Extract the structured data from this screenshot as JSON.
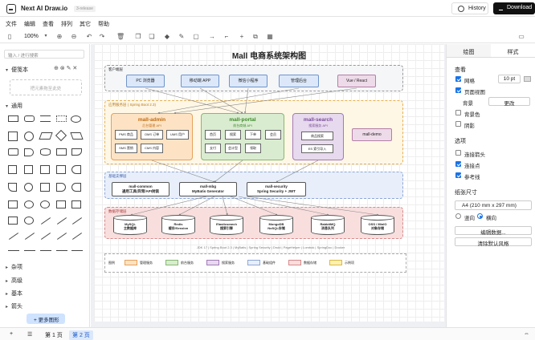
{
  "app": {
    "title": "Next AI Draw.io",
    "version": "3-release",
    "history": "History",
    "download": "Download"
  },
  "menu": [
    "文件",
    "编辑",
    "查看",
    "排列",
    "其它",
    "帮助"
  ],
  "toolbar": {
    "zoom": "100%"
  },
  "sidebar": {
    "search_placeholder": "输入 / 进行搜索",
    "scratchpad": "便笺本",
    "scratch_hint": "把元素拖至此处",
    "general": "通用",
    "sections": [
      "杂项",
      "高级",
      "基本",
      "箭头"
    ],
    "more_shapes": "更多图形"
  },
  "pages": {
    "add": "+",
    "menu": "☰",
    "page1": "第 1 页",
    "page2": "第 2 页"
  },
  "diagram": {
    "title": "Mall 电商系统架构图",
    "client_layer": "客户端层",
    "clients": [
      "PC 浏览器",
      "移动端 APP",
      "微信小程序",
      "管理后台",
      "Vue / React"
    ],
    "app_layer": "应用服务层 ( Spring Boot 2.3)",
    "admin": {
      "title": "mall-admin",
      "sub": "后台管理 API",
      "items": [
        "PMS 商品",
        "OMS 订单",
        "UMS 用户",
        "SMS 营销",
        "CMS 内容"
      ]
    },
    "portal": {
      "title": "mall-portal",
      "sub": "前台商城 API",
      "items": [
        "首页",
        "搜索",
        "下单",
        "会员",
        "支付",
        "会计型",
        "领取"
      ]
    },
    "search": {
      "title": "mall-search",
      "sub": "搜索服务 API",
      "items": [
        "商品搜索",
        "ES 索引导入"
      ]
    },
    "demo": "mall-demo",
    "common_layer": "基础支撑层",
    "commons": [
      {
        "name": "mall-common",
        "desc": "通用工具/异常/API封装"
      },
      {
        "name": "mall-mbg",
        "desc": "MyBatis Generator"
      },
      {
        "name": "mall-security",
        "desc": "Spring Security + JWT"
      }
    ],
    "data_layer": "数据存储层",
    "stores": [
      {
        "name": "MySQL",
        "desc": "主数据库"
      },
      {
        "name": "Redis",
        "desc": "缓存/Session"
      },
      {
        "name": "Elasticsearch",
        "desc": "搜索引擎"
      },
      {
        "name": "MongoDB",
        "desc": "NoSQL存储"
      },
      {
        "name": "RabbitMQ",
        "desc": "消息队列"
      },
      {
        "name": "OSS / MinIO",
        "desc": "对象存储"
      }
    ],
    "stack": "JDK 17 | Spring Boot 2.3 | MyBatis | Spring Security | Druid | PageHelper | Lombok | SpringDoc | Docker",
    "legend_title": "图例",
    "legend": [
      "管理服务",
      "前台服务",
      "搜索服务",
      "基础组件",
      "数据存储",
      "示例项"
    ]
  },
  "panel": {
    "tab1": "绘图",
    "tab2": "样式",
    "view": "查看",
    "grid": "网格",
    "grid_size": "10 pt",
    "page_view": "页面视图",
    "background": "背景",
    "change": "更改",
    "bg_color": "背景色",
    "shadow": "阴影",
    "options": "选项",
    "connection_arrows": "连接箭头",
    "connection_points": "连接点",
    "guides": "参考线",
    "paper_size": "纸张尺寸",
    "paper": "A4 (210 mm x 297 mm)",
    "portrait": "竖向",
    "landscape": "横向",
    "edit_data": "编辑数据...",
    "clear_style": "清除默认风格"
  },
  "colors": {
    "admin_bg": "#fde3c4",
    "admin_border": "#e6a15a",
    "portal_bg": "#d9ecd0",
    "portal_border": "#86b872",
    "search_bg": "#e7d9ee",
    "search_border": "#a27ab8",
    "client_node": "#dce8fa",
    "client_border": "#6f94c9",
    "common_bg": "#e8effb",
    "data_bg": "#f9dede",
    "app_layer_bg": "#fff7e6",
    "demo_bg": "#eedbe9",
    "legend_yellow": "#fff0b3"
  }
}
